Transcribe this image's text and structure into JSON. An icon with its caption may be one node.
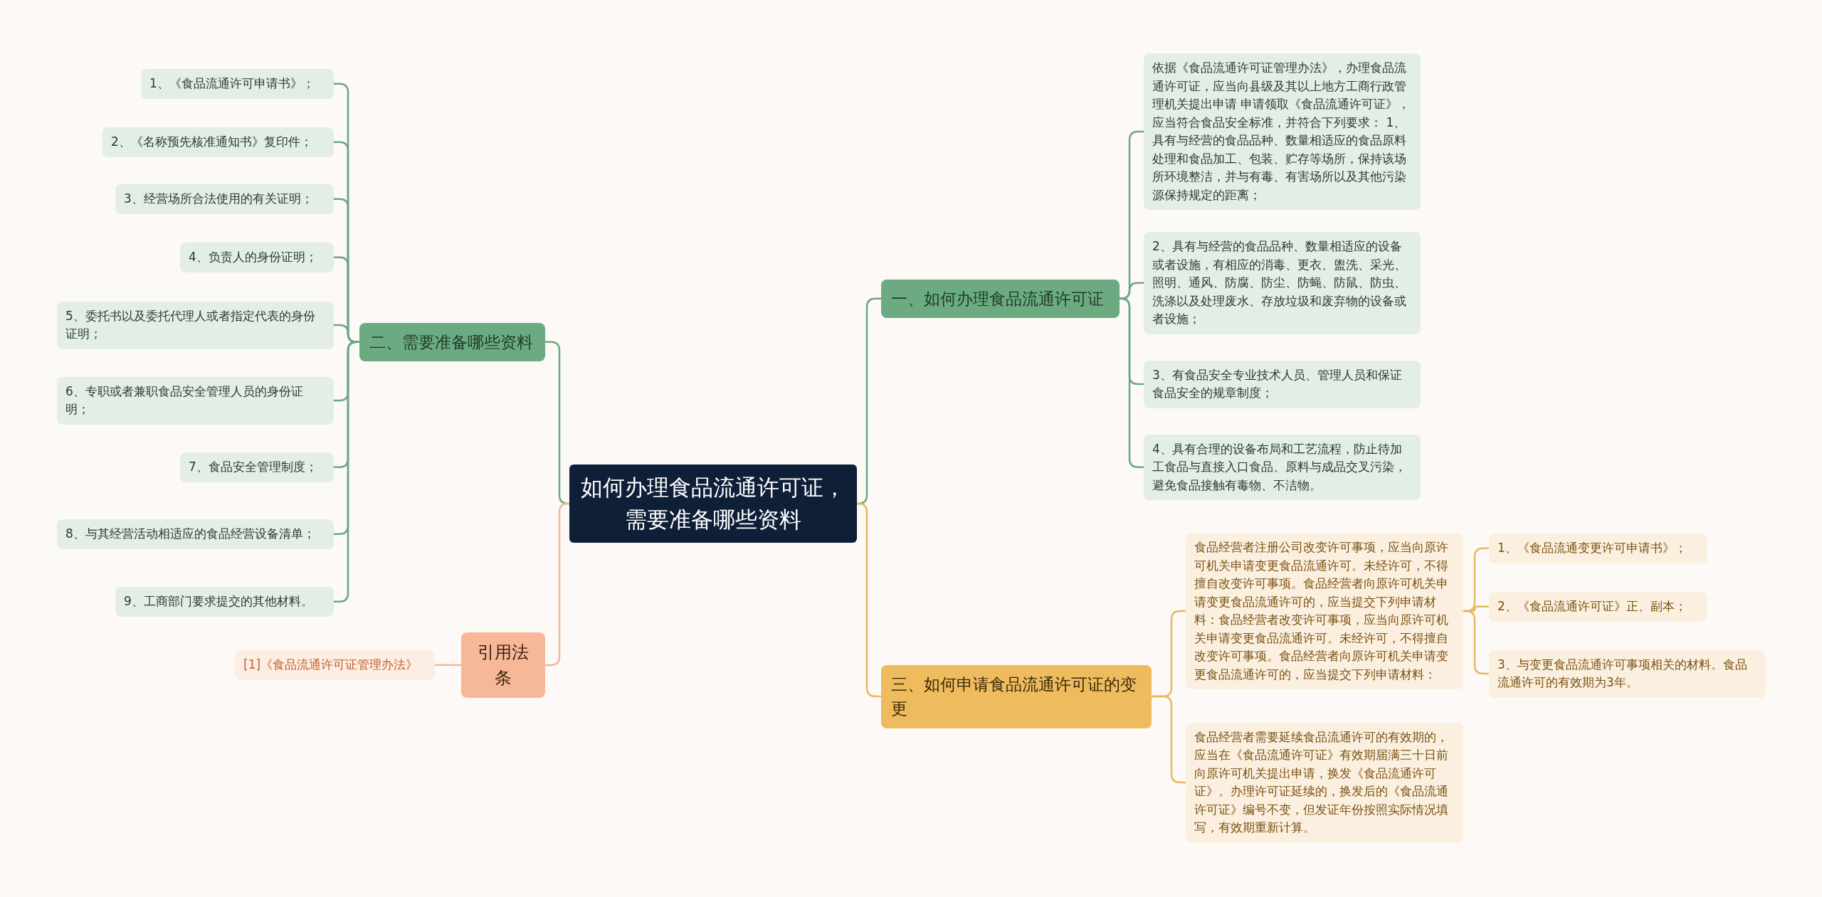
{
  "diagram": {
    "nodes": [
      {
        "text": [
          "如何办理食品流通许可证，需要准备哪些资料"
        ]
      },
      {
        "text": [
          "一、如何办理食品流通许可证"
        ]
      },
      {
        "text": [
          "二、需要准备哪些资料"
        ]
      },
      {
        "text": [
          "三、如何申请食品流通许可证的变更"
        ]
      },
      {
        "text": [
          "引用法条"
        ]
      },
      {
        "text": [
          "依据《食品流通许可证管理办法》，办理食品流通许可证，应当向县级及其以上地方工商行政管理机关提出申请 申请领取《食品流通许可证》，应当符合食品安全标准，并符合下列要求：        1、具有与经营的食品品种、数量相适应的食品原料处理和食品加工、包装、贮存等场所，保持该场所环境整洁，并与有毒、有害场所以及其他污染源保持规定的距离；"
        ]
      },
      {
        "text": [
          "2、具有与经营的食品品种、数量相适应的设备或者设施，有相应的消毒、更衣、盥洗、采光、照明、通风、防腐、防尘、防蝇、防鼠、防虫、洗涤以及处理废水、存放垃圾和废弃物的设备或者设施；"
        ]
      },
      {
        "text": [
          "3、有食品安全专业技术人员、管理人员和保证食品安全的规章制度；"
        ]
      },
      {
        "text": [
          "4、具有合理的设备布局和工艺流程，防止待加工食品与直接入口食品、原料与成品交叉污染，避免食品接触有毒物、不洁物。"
        ]
      },
      {
        "text": [
          "1、《食品流通许可申请书》；"
        ]
      },
      {
        "text": [
          "2、《名称预先核准通知书》复印件；"
        ]
      },
      {
        "text": [
          "3、经营场所合法使用的有关证明；"
        ]
      },
      {
        "text": [
          "4、负责人的身份证明；"
        ]
      },
      {
        "text": [
          "5、委托书以及委托代理人或者指定代表的身份证明；"
        ]
      },
      {
        "text": [
          "6、专职或者兼职食品安全管理人员的身份证明；"
        ]
      },
      {
        "text": [
          "7、食品安全管理制度；"
        ]
      },
      {
        "text": [
          "8、与其经营活动相适应的食品经营设备清单；"
        ]
      },
      {
        "text": [
          "9、工商部门要求提交的其他材料。"
        ]
      },
      {
        "text": [
          "食品经营者注册公司改变许可事项，应当向原许可机关申请变更食品流通许可。未经许可，不得擅自改变许可事项。食品经营者向原许可机关申请变更食品流通许可的，应当提交下列申请材料：食品经营者改变许可事项，应当向原许可机关申请变更食品流通许可。未经许可，不得擅自改变许可事项。食品经营者向原许可机关申请变更食品流通许可的，应当提交下列申请材料："
        ]
      },
      {
        "text": [
          "食品经营者需要延续食品流通许可的有效期的，应当在《食品流通许可证》有效期届满三十日前向原许可机关提出申请，换发《食品流通许可证》。办理许可证延续的，换发后的《食品流通许可证》编号不变，但发证年份按照实际情况填写，有效期重新计算。"
        ]
      },
      {
        "text": [
          "1、《食品流通变更许可申请书》；"
        ]
      },
      {
        "text": [
          "2、《食品流通许可证》正、副本；"
        ]
      },
      {
        "text": [
          "3、与变更食品流通许可事项相关的材料。食品流通许可的有效期为3年。"
        ]
      },
      {
        "text": [
          "[1]《食品流通许可证管理办法》"
        ]
      }
    ],
    "edges": [
      {
        "from": 0,
        "to": 1,
        "arrow": "none"
      },
      {
        "from": 0,
        "to": 2,
        "arrow": "none"
      },
      {
        "from": 0,
        "to": 3,
        "arrow": "none",
        "color": "#e8b860"
      },
      {
        "from": 0,
        "to": 4,
        "arrow": "none",
        "color": "#f4b896"
      },
      {
        "from": 1,
        "to": 5,
        "arrow": "none"
      },
      {
        "from": 1,
        "to": 6,
        "arrow": "none"
      },
      {
        "from": 1,
        "to": 7,
        "arrow": "none"
      },
      {
        "from": 1,
        "to": 8,
        "arrow": "none"
      },
      {
        "from": 2,
        "to": 9,
        "arrow": "none"
      },
      {
        "from": 2,
        "to": 10,
        "arrow": "none"
      },
      {
        "from": 2,
        "to": 11,
        "arrow": "none"
      },
      {
        "from": 2,
        "to": 12,
        "arrow": "none"
      },
      {
        "from": 2,
        "to": 13,
        "arrow": "none"
      },
      {
        "from": 2,
        "to": 14,
        "arrow": "none"
      },
      {
        "from": 2,
        "to": 15,
        "arrow": "none"
      },
      {
        "from": 2,
        "to": 16,
        "arrow": "none"
      },
      {
        "from": 2,
        "to": 17,
        "arrow": "none"
      },
      {
        "from": 3,
        "to": 18,
        "arrow": "none",
        "color": "#e8b860"
      },
      {
        "from": 3,
        "to": 19,
        "arrow": "none",
        "color": "#e8b860"
      },
      {
        "from": 18,
        "to": 20,
        "arrow": "none",
        "color": "#e8b860"
      },
      {
        "from": 18,
        "to": 21,
        "arrow": "none",
        "color": "#e8b860"
      },
      {
        "from": 18,
        "to": 22,
        "arrow": "none",
        "color": "#e8b860"
      },
      {
        "from": 4,
        "to": 23,
        "arrow": "none",
        "color": "#f4b896"
      }
    ]
  }
}
